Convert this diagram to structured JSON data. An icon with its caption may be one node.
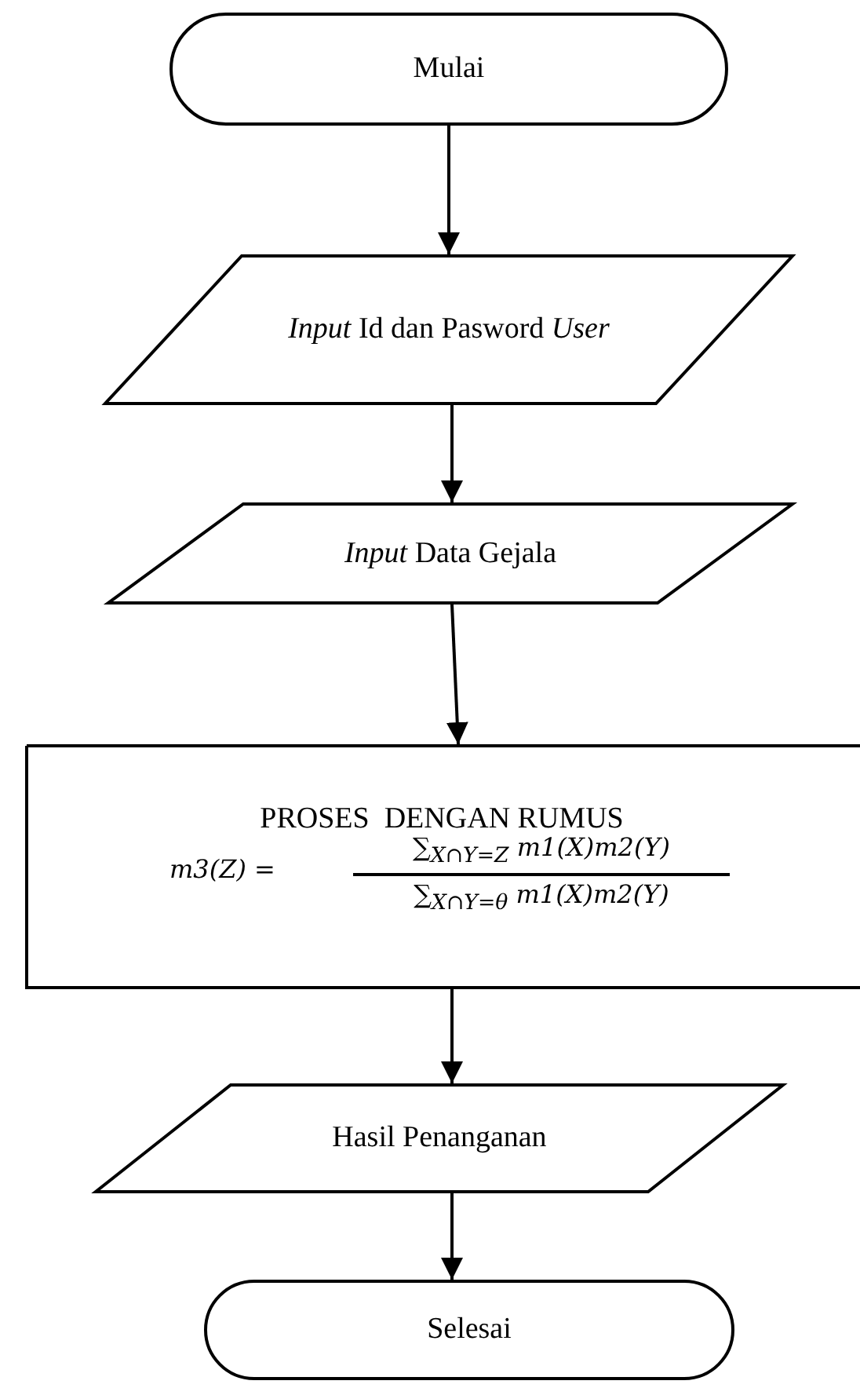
{
  "diagram": {
    "nodes": [
      {
        "text": [
          "Mulai"
        ]
      },
      {
        "text": [
          "*Input* Id dan Pasword *User*"
        ]
      },
      {
        "text": [
          "*Input* Data Gejala"
        ]
      },
      {
        "text": [
          "PROSES  DENGAN RUMUS",
          "m3(Z) =",
          "∑$_{X∩Y=Z}$ m1(X)m2(Y)",
          "∑$_{X∩Y=θ}$ m1(X)m2(Y)"
        ]
      },
      {
        "text": [
          "Hasil Penanganan"
        ]
      },
      {
        "text": [
          "Selesai"
        ]
      }
    ],
    "edges": [
      {
        "from": 0,
        "to": 1,
        "arrow": "to"
      },
      {
        "from": 1,
        "to": 2,
        "arrow": "to"
      },
      {
        "from": 2,
        "to": 3,
        "arrow": "to"
      },
      {
        "from": 3,
        "to": 4,
        "arrow": "to"
      },
      {
        "from": 4,
        "to": 5,
        "arrow": "to"
      }
    ]
  }
}
